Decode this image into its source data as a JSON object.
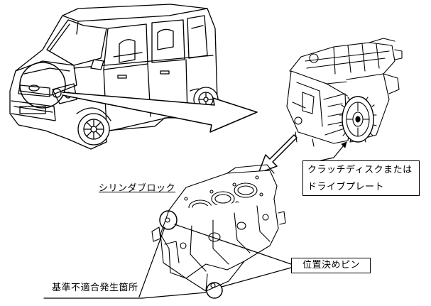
{
  "labels": {
    "cylinder_block": "シリンダブロック",
    "clutch_line1": "クラッチディスクまたは",
    "clutch_line2": "ドライブプレート",
    "locating_pin": "位置決めピン",
    "defect_location": "基準不適合発生箇所"
  },
  "icons": {
    "vehicle": "kei-car-illustration",
    "engine": "engine-assembly-illustration",
    "block": "cylinder-block-illustration"
  },
  "colors": {
    "line": "#000000",
    "background": "#ffffff"
  }
}
